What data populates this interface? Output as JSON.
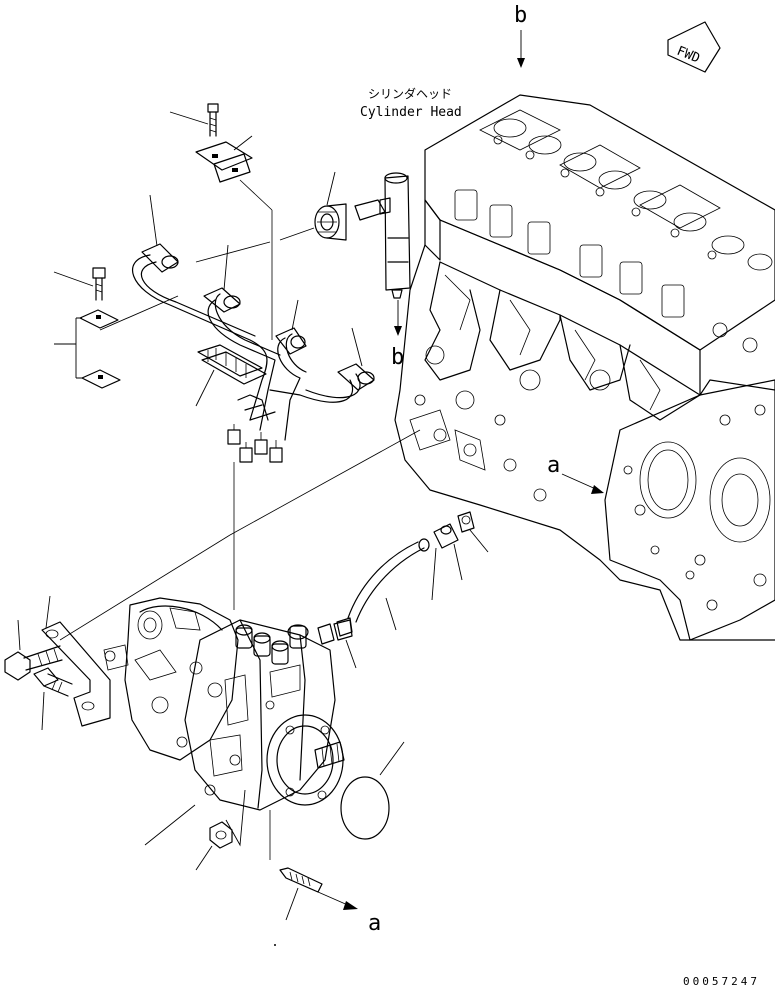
{
  "labels": {
    "cylinder_head_jp": "シリンダヘッド",
    "cylinder_head_en": "Cylinder Head",
    "fwd": "FWD",
    "ref_b_top": "b",
    "ref_b_mid": "b",
    "ref_a_right": "a",
    "ref_a_bottom": "a",
    "drawing_code": "00057247"
  }
}
